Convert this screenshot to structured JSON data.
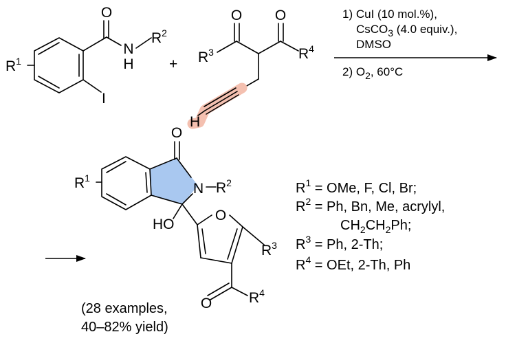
{
  "colors": {
    "lactam_ring_fill": "#a9c8f0",
    "alkyne_highlight": "#f4c0b0"
  },
  "reactant_1": {
    "o": "O",
    "n": "N",
    "h": "H",
    "r2": "R",
    "r2_sup": "2",
    "r1": "R",
    "r1_sup": "1",
    "i": "I"
  },
  "plus": "+",
  "reactant_2": {
    "o_left": "O",
    "o_right": "O",
    "r3": "R",
    "r3_sup": "3",
    "r4": "R",
    "r4_sup": "4",
    "h": "H"
  },
  "conditions": {
    "line1": "1) CuI (10 mol.%),",
    "line2_pre": "CsCO",
    "line2_sub": "3",
    "line2_post": " (4.0 equiv.),",
    "line3": "DMSO",
    "line4_pre": "2) O",
    "line4_sub": "2",
    "line4_post": ", 60°C"
  },
  "product": {
    "o_carbonyl": "O",
    "n": "N",
    "r2": "R",
    "r2_sup": "2",
    "r1": "R",
    "r1_sup": "1",
    "ho": "HO",
    "o_furan": "O",
    "r3": "R",
    "r3_sup": "3",
    "o_ketone": "O",
    "r4": "R",
    "r4_sup": "4"
  },
  "substituents": [
    {
      "label": "R",
      "sup": "1",
      "text": " = OMe, F, Cl, Br;"
    },
    {
      "label": "R",
      "sup": "2",
      "text": " = Ph, Bn, Me, acrylyl,"
    },
    {
      "label": "",
      "sup": "",
      "text": "CH2CH2Ph;",
      "pre": "CH",
      "sub1": "2",
      "mid": "CH",
      "sub2": "2",
      "post": "Ph;"
    },
    {
      "label": "R",
      "sup": "3",
      "text": " = Ph,  2-Th;"
    },
    {
      "label": "R",
      "sup": "4",
      "text": " = OEt, 2-Th, Ph"
    }
  ],
  "yield_note": {
    "line1": "(28 examples,",
    "line2": "40–82% yield)"
  }
}
